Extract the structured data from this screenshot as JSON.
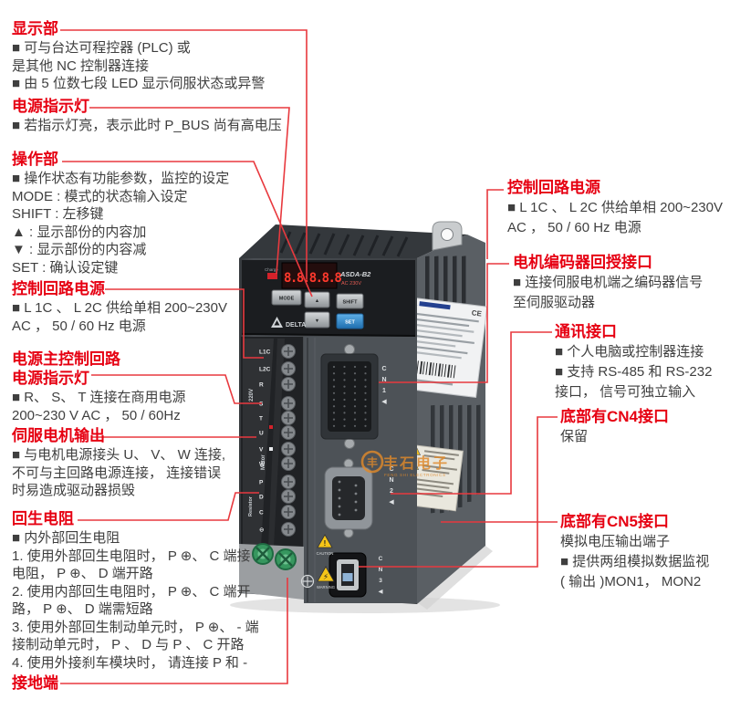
{
  "colors": {
    "header_red": "#e60012",
    "line_red": "#e8393e",
    "body_text": "#3f3f3f",
    "watermark_orange": "#e0892a",
    "set_button_blue": "#2f8fd8",
    "led_red": "#ff392c"
  },
  "left_annotations": [
    {
      "header": "显示部",
      "lines": [
        "■ 可与台达可程控器 (PLC) 或",
        "是其他 NC 控制器连接",
        "■ 由 5 位数七段 LED 显示伺服状态或异警"
      ]
    },
    {
      "header": "电源指示灯",
      "lines": [
        "■ 若指示灯亮，表示此时 P_BUS 尚有高电压"
      ]
    },
    {
      "header": "操作部",
      "lines": [
        "■ 操作状态有功能参数，监控的设定",
        "MODE : 模式的状态输入设定",
        "SHIFT : 左移键",
        "▲ : 显示部份的内容加",
        "▼ : 显示部份的内容减",
        "SET : 确认设定键"
      ]
    },
    {
      "header": "控制回路电源",
      "lines": [
        "■ L 1C 、 L 2C 供给单相 200~230V",
        "AC ， 50 / 60 Hz 电源"
      ]
    },
    {
      "header": "电源主控制回路\n电源指示灯",
      "lines": [
        "■ R、 S、 T 连接在商用电源",
        "200~230 V AC ， 50 / 60Hz"
      ]
    },
    {
      "header": "伺服电机输出",
      "lines": [
        "■ 与电机电源接头 U、 V、 W 连接,",
        "不可与主回路电源连接， 连接错误",
        "时易造成驱动器损毁"
      ]
    },
    {
      "header": "回生电阻",
      "lines": [
        "■ 内外部回生电阻",
        "1. 使用外部回生电阻时， P ⊕、 C 端接",
        "电阻， P ⊕、 D 端开路",
        "2. 使用内部回生电阻时， P ⊕、 C 端开",
        "路， P ⊕、 D 端需短路",
        "3. 使用外部回生制动单元时， P ⊕、 - 端",
        "接制动单元时， P 、 D 与 P 、 C 开路",
        "4. 使用外接刹车模块时， 请连接 P 和 -"
      ]
    },
    {
      "header": "接地端",
      "lines": []
    }
  ],
  "right_annotations": [
    {
      "header": "控制回路电源",
      "lines": [
        "■ L 1C 、 L 2C 供给单相 200~230V",
        "AC ， 50 / 60 Hz 电源"
      ]
    },
    {
      "header": "电机编码器回授接口",
      "lines": [
        "■ 连接伺服电机端之编码器信号",
        "至伺服驱动器"
      ]
    },
    {
      "header": "通讯接口",
      "lines": [
        "■ 个人电脑或控制器连接",
        "■ 支持 RS-485 和 RS-232",
        "接口， 信号可独立输入"
      ]
    },
    {
      "header": "底部有CN4接口",
      "lines": [
        "保留"
      ]
    },
    {
      "header": "底部有CN5接口",
      "lines": [
        "模拟电压输出端子",
        "■ 提供两组模拟数据监视",
        "( 输出 )MON1， MON2"
      ]
    }
  ],
  "device": {
    "charge_label": "Charge",
    "display_value": "8.8.8.8.8",
    "brand": "ASDA-B2",
    "voltage": "AC 230V",
    "logo": "DELTA",
    "buttons": {
      "mode": "MODE",
      "up": "▲",
      "shift": "SHIFT",
      "down": "▼",
      "set": "SET"
    },
    "terminals": [
      "L1C",
      "L2C",
      "R",
      "S",
      "T",
      "U",
      "V",
      "W",
      "P",
      "D",
      "C",
      "⊖"
    ],
    "side_texts": {
      "voltage": "220V",
      "motor": "Motor",
      "resistor": "Resistor"
    },
    "connectors": [
      "CN1",
      "CN2",
      "CN3"
    ],
    "caution": "CAUTION",
    "warning": "WARNING",
    "ce_mark": "CE"
  },
  "watermark": {
    "cn": "丰石电子",
    "en": "FENG SHI ELECTRONICS"
  }
}
